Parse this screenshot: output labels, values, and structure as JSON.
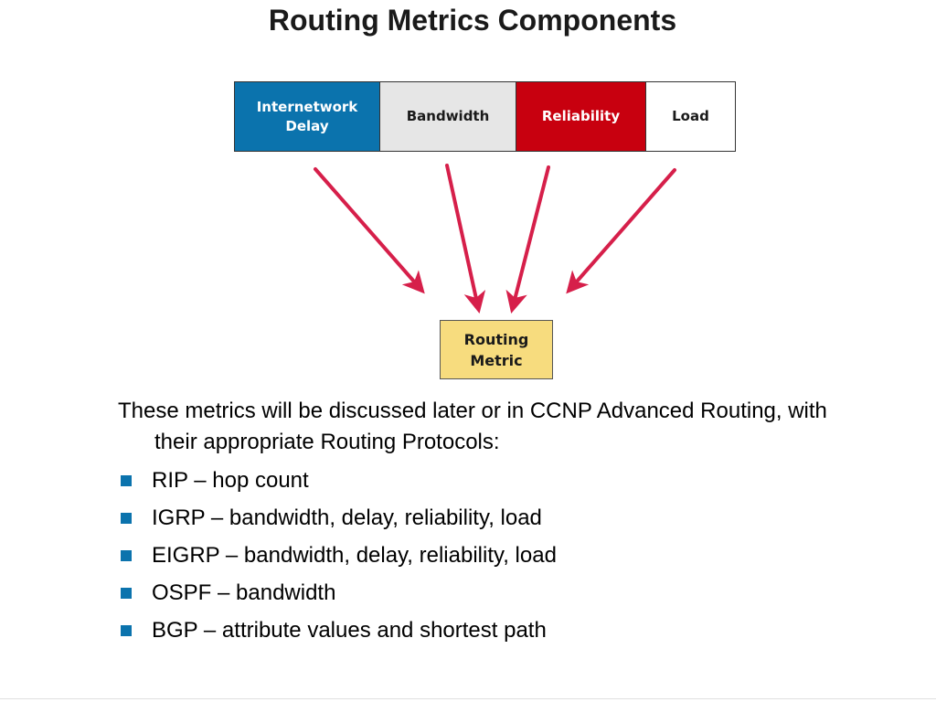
{
  "title": "Routing Metrics Components",
  "components": {
    "delay": "Internetwork\nDelay",
    "bandwidth": "Bandwidth",
    "reliability": "Reliability",
    "load": "Load"
  },
  "result": "Routing\nMetric",
  "intro": "These metrics will be discussed later or in CCNP Advanced Routing, with their appropriate Routing Protocols:",
  "bullets": [
    "RIP – hop count",
    "IGRP – bandwidth, delay, reliability, load",
    "EIGRP – bandwidth, delay, reliability, load",
    "OSPF – bandwidth",
    "BGP – attribute values and shortest path"
  ],
  "colors": {
    "delay": "#0b73ad",
    "bandwidth": "#e6e6e6",
    "reliability": "#c8000f",
    "load": "#ffffff",
    "result": "#f7dc7e",
    "arrow": "#d61f4a",
    "bullet": "#0b73ad"
  }
}
